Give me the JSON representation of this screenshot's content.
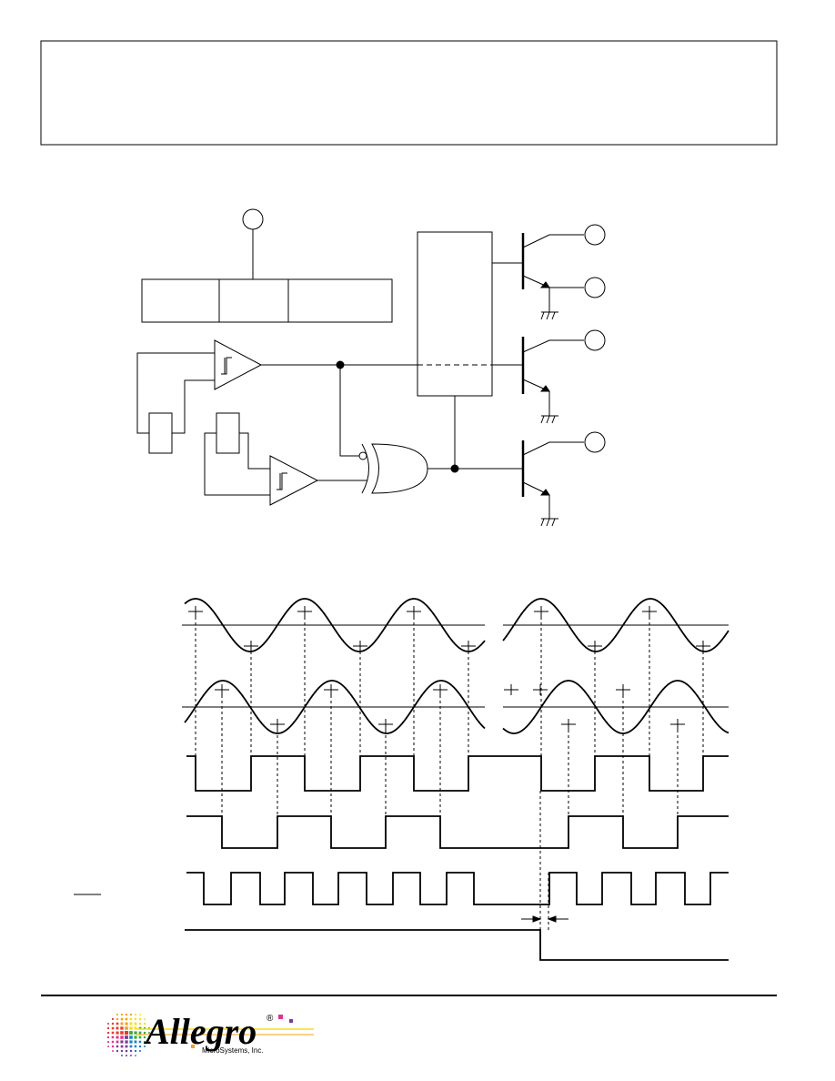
{
  "logo": {
    "wordmark": "Allegro",
    "registered_mark": "®",
    "subtitle": "MicroSystems, Inc."
  },
  "colors": {
    "ink": "#000000",
    "background": "#ffffff",
    "logo_palette": [
      "#e63b2e",
      "#f7a11a",
      "#f5e11c",
      "#3aaa35",
      "#1f7fc1",
      "#7a3b96",
      "#e0338c"
    ]
  },
  "waveforms": {
    "sine_periods": 3
  }
}
